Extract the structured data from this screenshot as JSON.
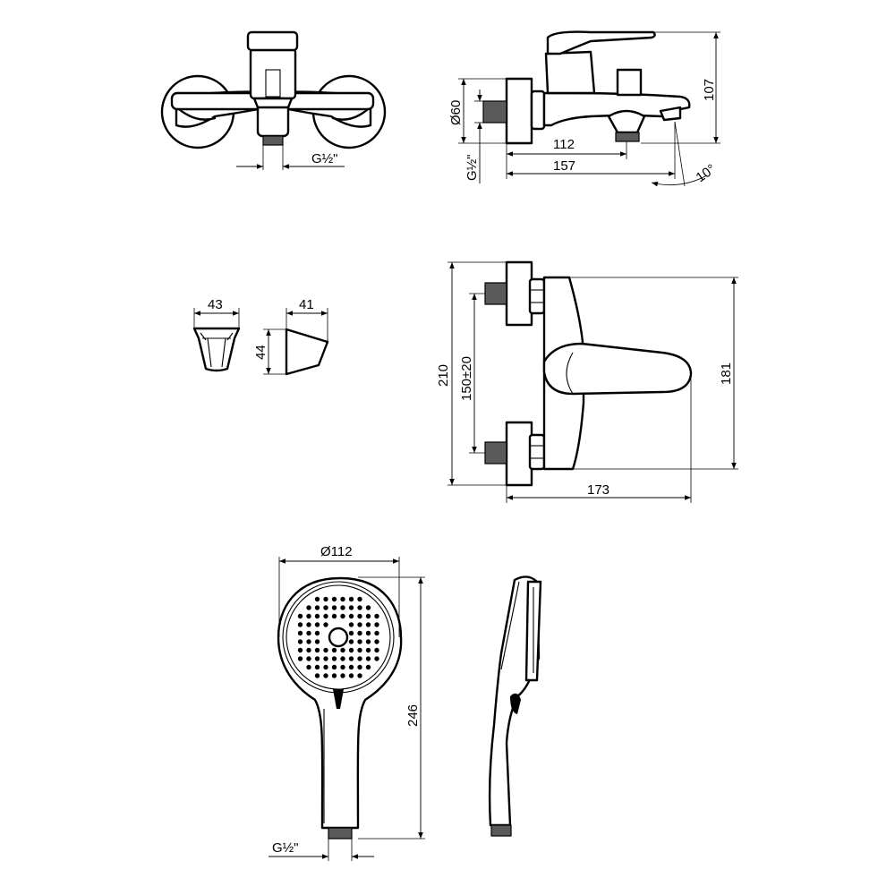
{
  "labels": {
    "top_thread": "G½\"",
    "side_diameter": "Ø60",
    "side_thread": "G½\"",
    "side_width_112": "112",
    "side_width_157": "157",
    "side_height_107": "107",
    "side_angle": "10°",
    "holder_width_43": "43",
    "holder_width_41": "41",
    "holder_height_44": "44",
    "front_height_210": "210",
    "front_spacing": "150±20",
    "front_height_181": "181",
    "front_width_173": "173",
    "shower_diameter": "Ø112",
    "shower_length": "246",
    "shower_thread": "G½\""
  },
  "colors": {
    "line": "#000000",
    "background": "#ffffff",
    "hatch": "#5a5a5a"
  }
}
